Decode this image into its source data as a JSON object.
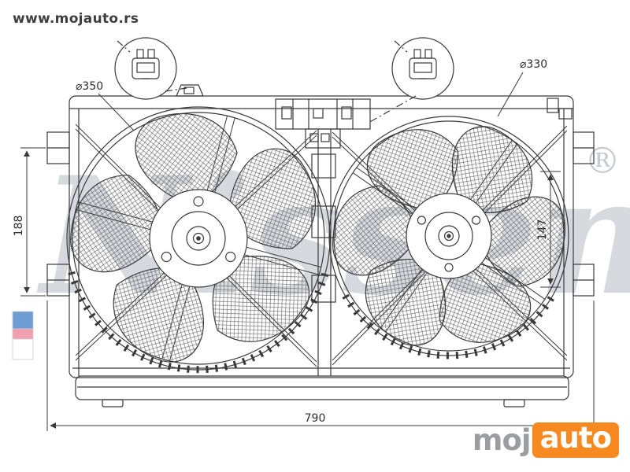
{
  "header": {
    "site_url": "www.mojauto.rs"
  },
  "watermark": {
    "text": "Nissens",
    "registered_mark": "®",
    "color": "#ccd2d7"
  },
  "diagram": {
    "type": "technical-drawing",
    "subject": "dual radiator cooling fan assembly",
    "dimensions": {
      "left_fan_diameter": "⌀350",
      "right_fan_diameter": "⌀330",
      "left_height": "188",
      "right_height": "147",
      "overall_width": "790"
    },
    "callouts": {
      "left": "2-pin-connector",
      "right": "2-pin-connector"
    },
    "colors": {
      "line": "#3a3a3c",
      "stripe_blue": "#6f9cd3",
      "stripe_pink": "#ef9fae",
      "stripe_white": "#ffffff"
    }
  },
  "logo": {
    "prefix": "moj",
    "suffix": "auto",
    "colors": {
      "prefix": "#9b9da0",
      "suffix_bg": "#f6891f",
      "suffix_text": "#ffffff"
    }
  }
}
